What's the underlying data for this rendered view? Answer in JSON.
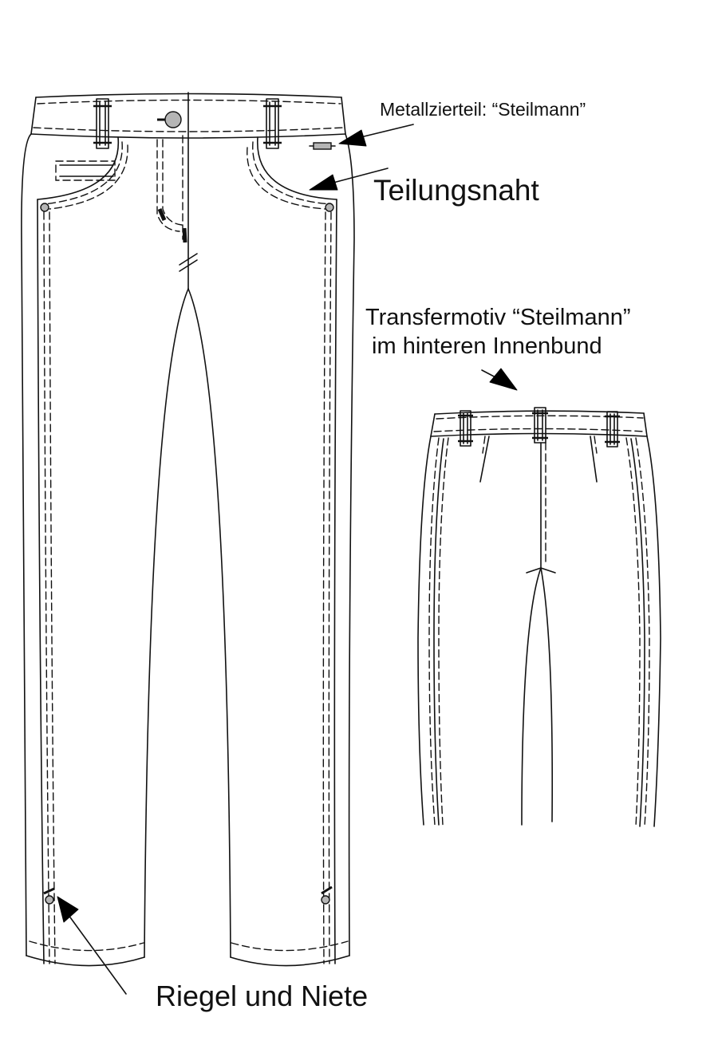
{
  "labels": {
    "metallzierteil": "Metallzierteil: “Steilmann”",
    "teilungsnaht": "Teilungsnaht",
    "transfermotiv_line1": "Transfermotiv “Steilmann”",
    "transfermotiv_line2": " im hinteren Innenbund",
    "riegel_und_niete": "Riegel und Niete"
  },
  "colors": {
    "line": "#111111",
    "rivet_fill": "#b5b5b5",
    "background": "#ffffff"
  },
  "views": [
    "front-view",
    "back-view"
  ]
}
